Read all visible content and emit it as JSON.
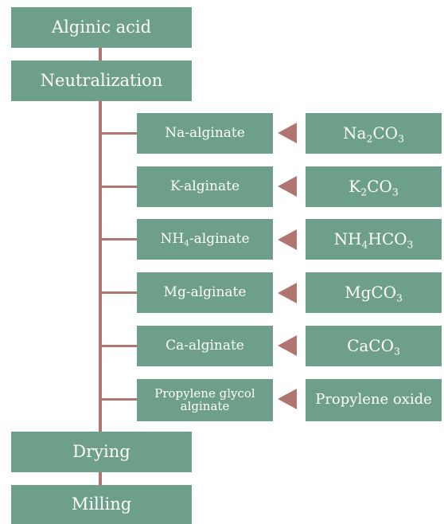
{
  "main_steps": {
    "alginic_acid": "Alginic acid",
    "neutralization": "Neutralization",
    "drying": "Drying",
    "milling": "Milling"
  },
  "products": {
    "na": {
      "pre": "Na-alginate",
      "sub": "",
      "post": ""
    },
    "k": {
      "pre": "K-alginate",
      "sub": "",
      "post": ""
    },
    "nh4": {
      "pre": "NH",
      "sub": "4",
      "post": "-alginate"
    },
    "mg": {
      "pre": "Mg-alginate",
      "sub": "",
      "post": ""
    },
    "ca": {
      "pre": "Ca-alginate",
      "sub": "",
      "post": ""
    },
    "pg": {
      "line1": "Propylene glycol",
      "line2": "alginate"
    }
  },
  "reagents": {
    "na2co3": {
      "a": "Na",
      "a_sub": "2",
      "b": "CO",
      "b_sub": "3"
    },
    "k2co3": {
      "a": "K",
      "a_sub": "2",
      "b": "CO",
      "b_sub": "3"
    },
    "nh4hco3": {
      "a": "NH",
      "a_sub": "4",
      "b": "HCO",
      "b_sub": "3"
    },
    "mgco3": {
      "a": "MgCO",
      "a_sub": "3"
    },
    "caco3": {
      "a": "CaCO",
      "a_sub": "3"
    },
    "propylene_oxide": "Propylene oxide"
  },
  "colors": {
    "box_fill": "#6e9f8b",
    "connector": "#b07571",
    "text": "#ffffff"
  }
}
